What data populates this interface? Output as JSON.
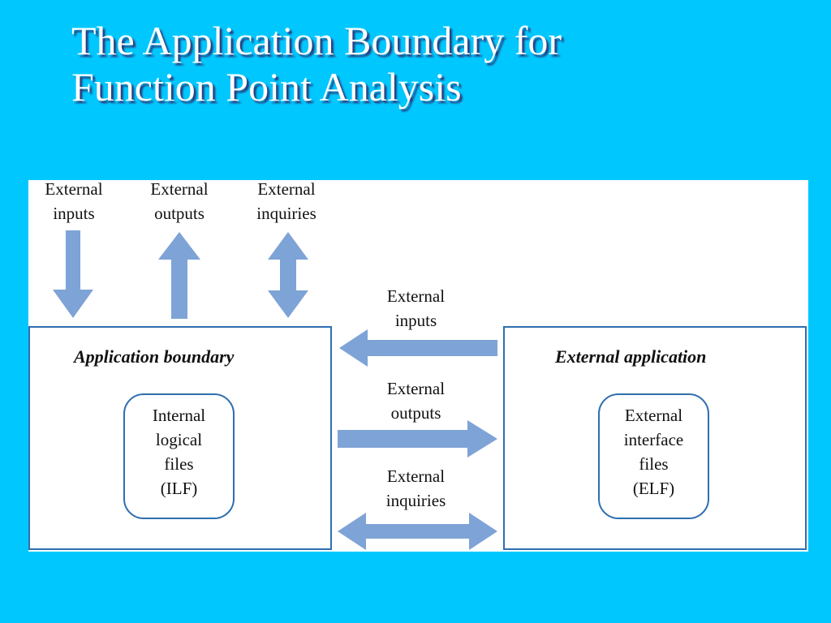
{
  "slide": {
    "title_line1": "The Application Boundary for",
    "title_line2": "Function Point Analysis"
  },
  "diagram": {
    "top_labels": [
      {
        "line1": "External",
        "line2": "inputs",
        "arrow": "down"
      },
      {
        "line1": "External",
        "line2": "outputs",
        "arrow": "up"
      },
      {
        "line1": "External",
        "line2": "inquiries",
        "arrow": "both-vertical"
      }
    ],
    "application_boundary": {
      "title": "Application boundary",
      "ilf_lines": [
        "Internal",
        "logical",
        "files",
        "(ILF)"
      ]
    },
    "external_application": {
      "title": "External application",
      "elf_lines": [
        "External",
        "interface",
        "files",
        "(ELF)"
      ]
    },
    "middle_labels": [
      {
        "line1": "External",
        "line2": "inputs",
        "arrow": "left"
      },
      {
        "line1": "External",
        "line2": "outputs",
        "arrow": "right"
      },
      {
        "line1": "External",
        "line2": "inquiries",
        "arrow": "both-horizontal"
      }
    ],
    "colors": {
      "background": "#00c8ff",
      "arrow": "#7ea3d6",
      "box_border": "#2e6fb0",
      "title_text": "#ffffff"
    }
  }
}
